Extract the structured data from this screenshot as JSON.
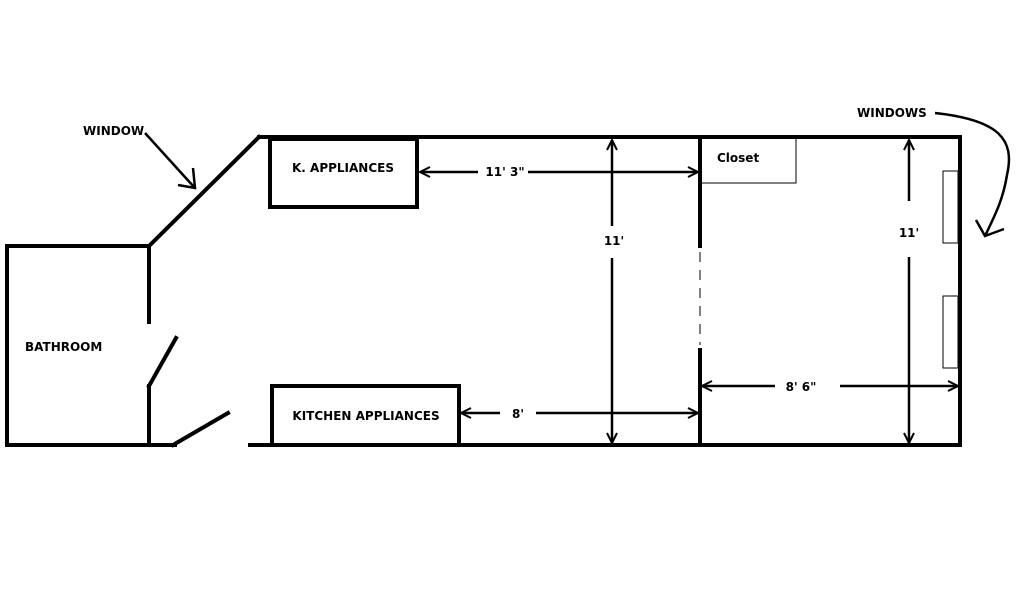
{
  "labels": {
    "window": "WINDOW",
    "windows": "WINDOWS",
    "bathroom": "BATHROOM",
    "k_appliances": "K. APPLIANCES",
    "kitchen_appliances": "KITCHEN APPLIANCES",
    "closet": "Closet"
  },
  "dimensions": {
    "kitchen_top_width": "11' 3\"",
    "kitchen_height": "11'",
    "kitchen_bottom_width": "8'",
    "room_width": "8' 6\"",
    "room_height": "11'"
  },
  "colors": {
    "line": "#000000",
    "background": "#ffffff"
  }
}
